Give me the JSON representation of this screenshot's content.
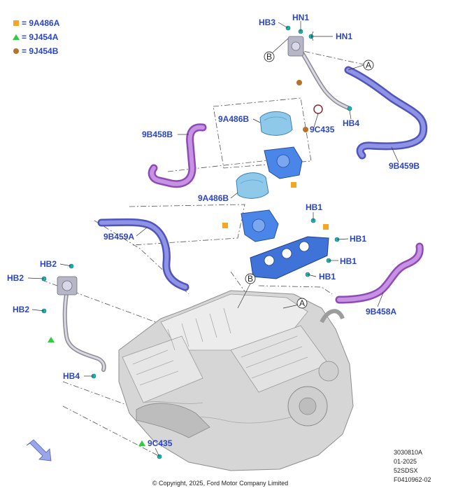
{
  "legend": [
    {
      "symbol": "square",
      "color": "#f5a623",
      "text": "= 9A486A"
    },
    {
      "symbol": "triangle",
      "color": "#2ecc40",
      "text": "= 9J454A"
    },
    {
      "symbol": "circle",
      "color": "#b8702a",
      "text": "= 9J454B"
    }
  ],
  "colors": {
    "callout": "#2b45c8",
    "hose_purple": "#b36ad6",
    "hose_blue": "#6e74db",
    "module_blue": "#4a86e8",
    "engine_gray": "#c7c7c7",
    "leader": "#555555",
    "clip_teal": "#1fb3b3"
  },
  "callouts": {
    "hb3": "HB3",
    "hn1_top": "HN1",
    "hn1_right": "HN1",
    "b_top": "B",
    "a_top": "A",
    "p9a486b_top": "9A486B",
    "p9c435_top": "9C435",
    "hb4_top": "HB4",
    "p9b458b": "9B458B",
    "p9b459b": "9B459B",
    "p9a486b_mid": "9A486B",
    "hb1_1": "HB1",
    "hb1_2": "HB1",
    "hb1_3": "HB1",
    "hb1_4": "HB1",
    "p9b459a": "9B459A",
    "hb2_1": "HB2",
    "hb2_2": "HB2",
    "hb2_3": "HB2",
    "b_mid": "B",
    "a_mid": "A",
    "p9b458a": "9B458A",
    "hb4_bottom": "HB4",
    "p9c435_bottom": "9C435"
  },
  "meta": {
    "line1": "3030810A",
    "line2": "01-2025",
    "line3": "52SDSX",
    "line4": "F0410962-02"
  },
  "copyright": "© Copyright, 2025, Ford Motor Company Limited"
}
